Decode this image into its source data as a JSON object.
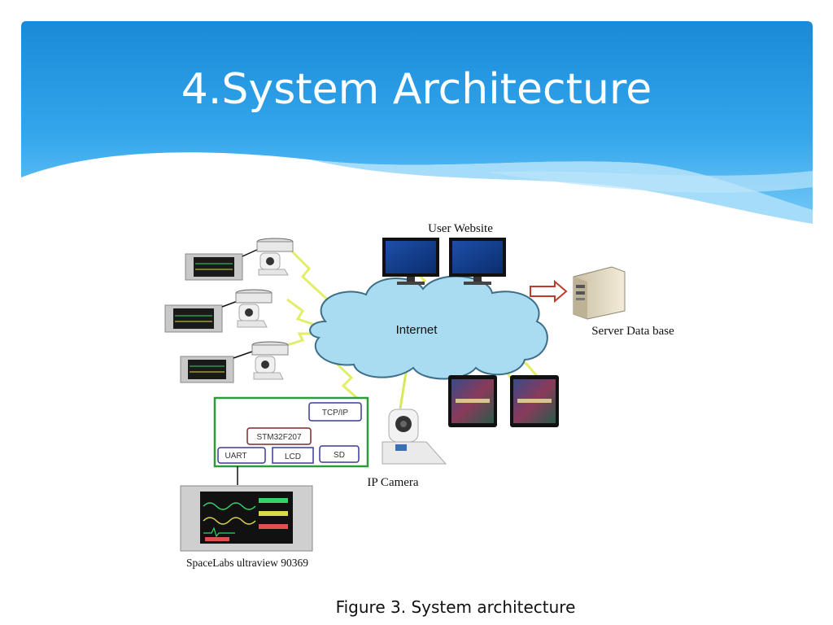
{
  "slide": {
    "title": "4.System Architecture",
    "caption": "Figure 3. System architecture"
  },
  "diagram": {
    "user_website_label": "User Website",
    "internet_label": "Internet",
    "server_label": "Server Data base",
    "ip_camera_label": "IP Camera",
    "spacelabs_label": "SpaceLabs ultraview 90369",
    "board": {
      "tcpip_label": "TCP/IP",
      "mcu_label": "STM32F207",
      "uart_label": "UART",
      "lcd_label": "LCD",
      "sd_label": "SD"
    }
  },
  "colors": {
    "header_blue": "#1e8fdc",
    "cloud_fill": "#a9dcf0",
    "link_yellow": "#e2ee6a",
    "board_green": "#2e9a3a",
    "arrow_red": "#c0392b"
  }
}
